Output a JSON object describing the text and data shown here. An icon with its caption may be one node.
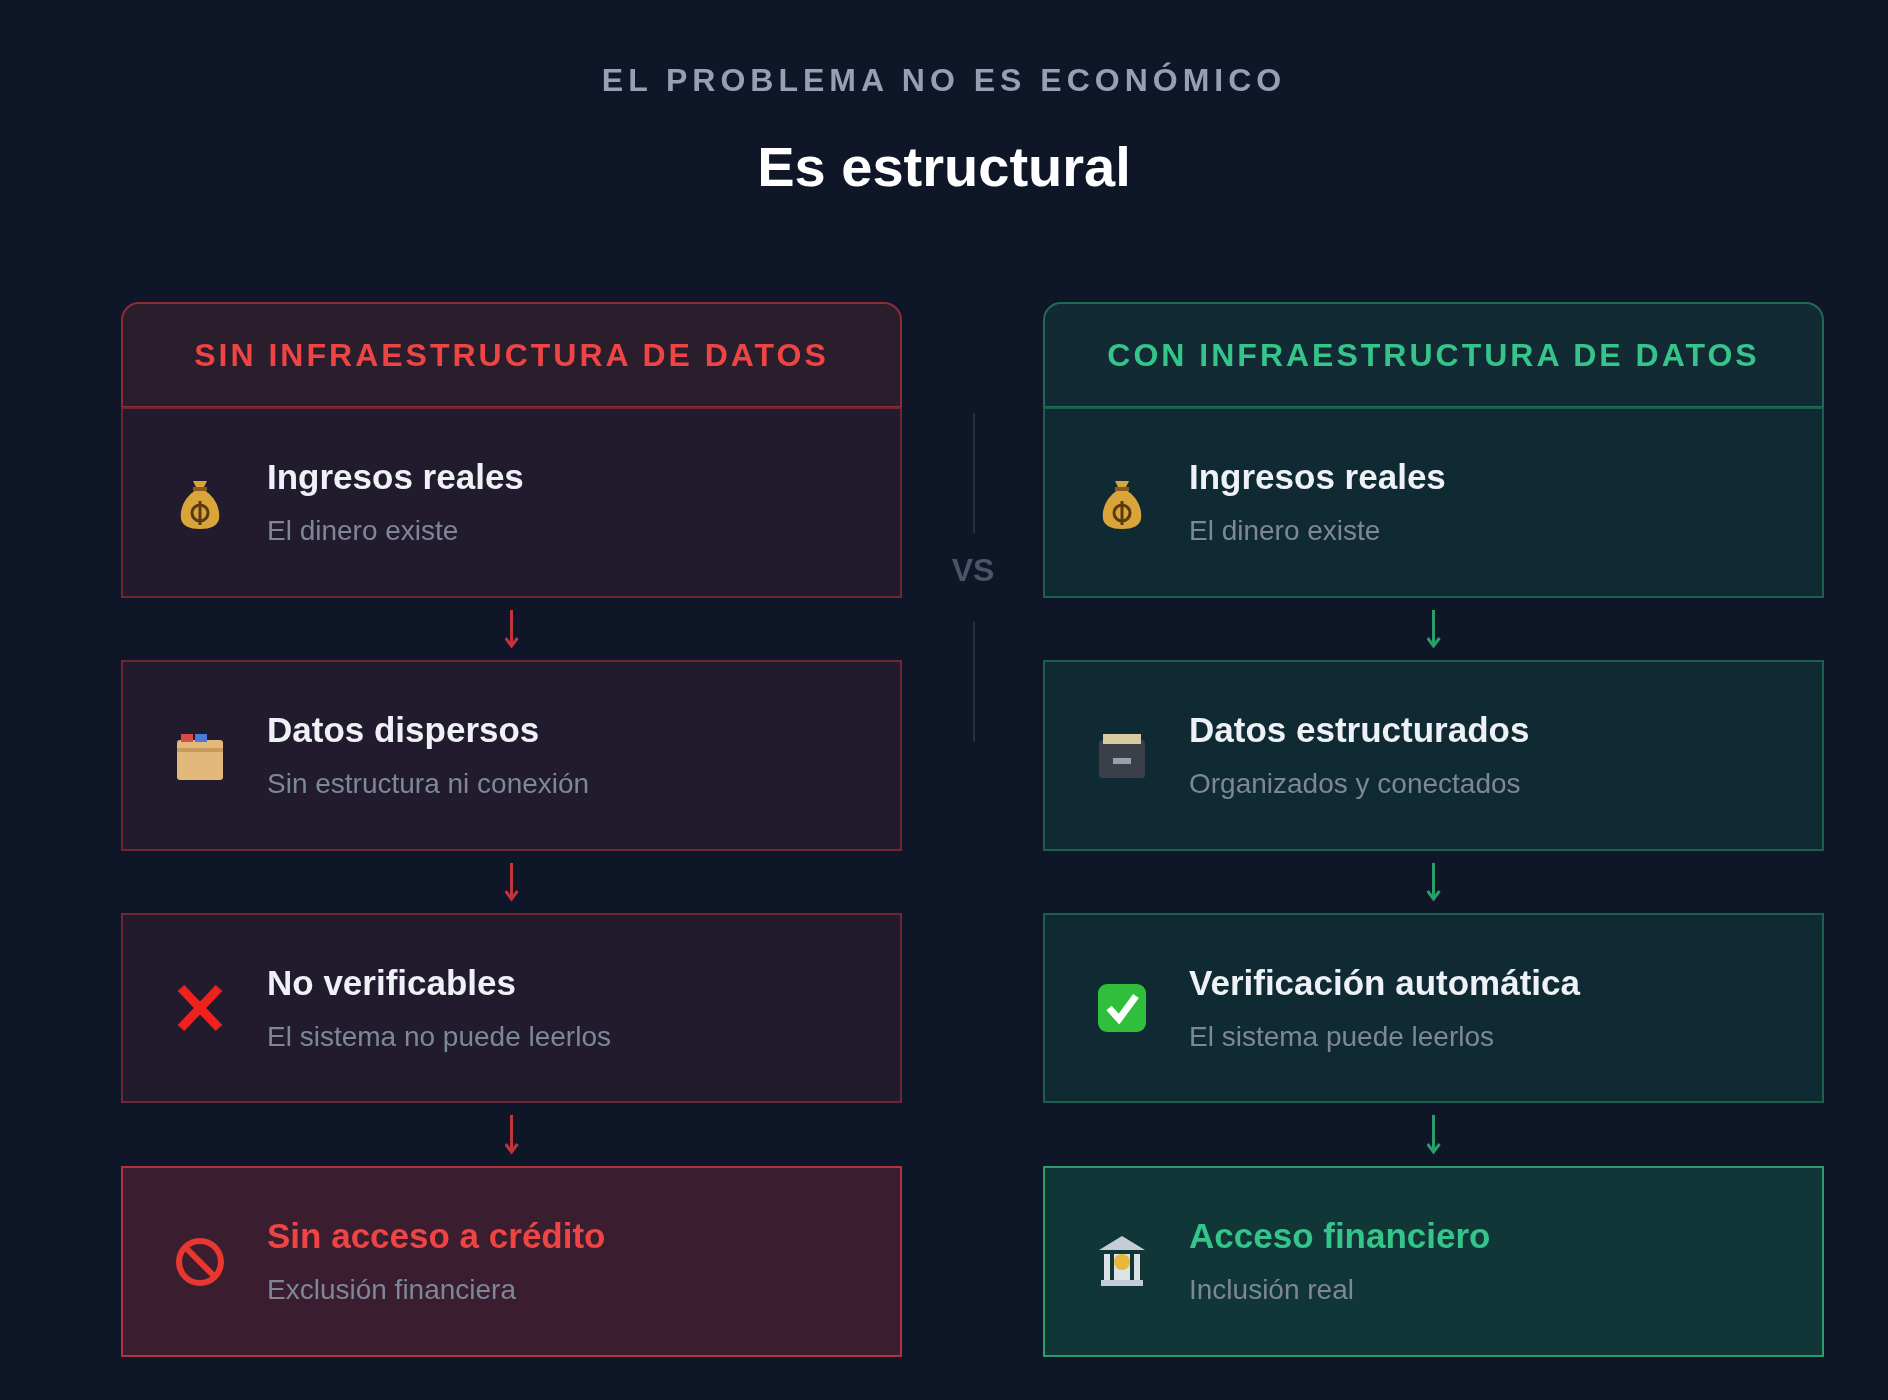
{
  "diagram": {
    "title": "Es estructural",
    "nodes": [
      {
        "text": [
          "SIN INFRAESTRUCTURA DE DATOS"
        ]
      },
      {
        "text": [
          "Ingresos reales",
          "El dinero existe"
        ]
      },
      {
        "text": [
          "Datos dispersos",
          "Sin estructura ni conexión"
        ]
      },
      {
        "text": [
          "No verificables",
          "El sistema no puede leerlos"
        ]
      },
      {
        "text": [
          "Sin acceso a crédito",
          "Exclusión financiera"
        ]
      },
      {
        "text": [
          "CON INFRAESTRUCTURA DE DATOS"
        ]
      },
      {
        "text": [
          "Ingresos reales",
          "El dinero existe"
        ]
      },
      {
        "text": [
          "Datos estructurados",
          "Organizados y conectados"
        ]
      },
      {
        "text": [
          "Verificación automática",
          "El sistema puede leerlos"
        ]
      },
      {
        "text": [
          "Acceso financiero",
          "Inclusión real"
        ]
      }
    ],
    "edges": [
      {
        "from": 1,
        "to": 2,
        "arrow": "to",
        "color": "#c0343f"
      },
      {
        "from": 2,
        "to": 3,
        "arrow": "to",
        "color": "#c0343f"
      },
      {
        "from": 3,
        "to": 4,
        "arrow": "to",
        "color": "#c0343f"
      },
      {
        "from": 6,
        "to": 7,
        "arrow": "to",
        "color": "#2a9d6a"
      },
      {
        "from": 7,
        "to": 8,
        "arrow": "to",
        "color": "#2a9d6a"
      },
      {
        "from": 8,
        "to": 9,
        "arrow": "to",
        "color": "#2a9d6a"
      }
    ],
    "labels": [
      "EL PROBLEMA NO ES ECONÓMICO",
      "VS"
    ]
  }
}
